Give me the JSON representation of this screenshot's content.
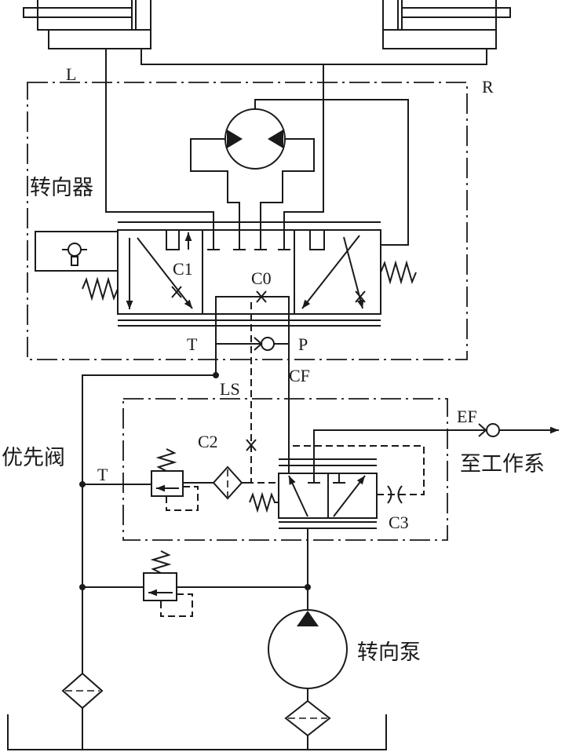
{
  "colors": {
    "line": "#1a1a1a",
    "background": "#ffffff"
  },
  "cylinders": {
    "left_label": "L",
    "right_label": "R"
  },
  "steering_unit": {
    "label": "转向器",
    "c1": "C1",
    "c0": "C0",
    "port_t": "T",
    "port_p": "P"
  },
  "signal_lines": {
    "ls": "LS",
    "cf": "CF"
  },
  "priority_valve": {
    "label": "优先阀",
    "c2": "C2",
    "port_t": "T",
    "ef": "EF",
    "to_work_system": "至工作系",
    "c3": "C3"
  },
  "pump": {
    "label": "转向泵"
  }
}
